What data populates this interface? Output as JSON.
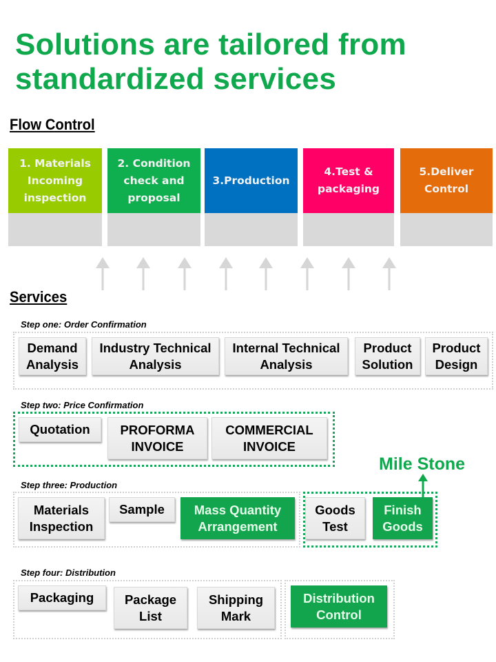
{
  "title": "Solutions are tailored from standardized services",
  "flow_control": {
    "heading": "Flow Control ",
    "stages": [
      {
        "label": "1. Materials Incoming inspection",
        "color": "#99cc00"
      },
      {
        "label": "2. Condition check and proposal",
        "color": "#0fae4f"
      },
      {
        "label": "3.Production",
        "color": "#0070c0"
      },
      {
        "label": "4.Test & packaging",
        "color": "#ff0066"
      },
      {
        "label": "5.Deliver Control",
        "color": "#e46c0a"
      }
    ],
    "arrow_count": 8
  },
  "services": {
    "heading": "Services",
    "steps": [
      {
        "label": "Step one: Order Confirmation",
        "items": [
          "Demand Analysis",
          "Industry Technical Analysis",
          "Internal Technical Analysis",
          "Product Solution",
          "Product Design"
        ]
      },
      {
        "label": "Step two: Price Confirmation",
        "items": [
          "Quotation",
          "PROFORMA INVOICE",
          "COMMERCIAL INVOICE"
        ]
      },
      {
        "label": "Step three: Production",
        "items": [
          "Materials Inspection",
          "Sample",
          "Mass Quantity Arrangement",
          "Goods Test",
          "Finish Goods"
        ]
      },
      {
        "label": "Step four: Distribution",
        "items": [
          "Packaging",
          "Package List",
          "Shipping Mark",
          "Distribution Control"
        ]
      }
    ],
    "milestone_label": "Mile Stone"
  },
  "colors": {
    "accent_green": "#0fa84c",
    "highlight_green": "#12a54e",
    "stage_footer_gray": "#d9d9d9"
  }
}
